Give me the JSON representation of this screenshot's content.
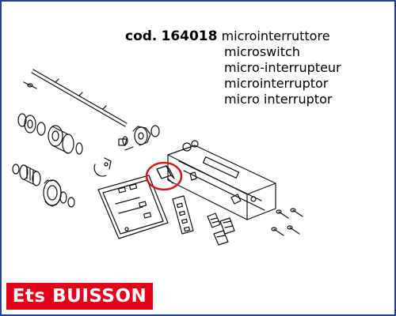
{
  "product": {
    "code_label": "cod.",
    "code_value": "164018",
    "names": [
      "microinterruttore",
      "microswitch",
      "micro-interrupteur",
      "microinterruptor",
      "micro interruptor"
    ]
  },
  "brand": {
    "label": "Ets BUISSON",
    "background": "#e3001b",
    "text_color": "#ffffff"
  },
  "frame": {
    "border_color": "#1f3fa3"
  },
  "highlight": {
    "color": "#d81919",
    "part": "microswitch"
  }
}
